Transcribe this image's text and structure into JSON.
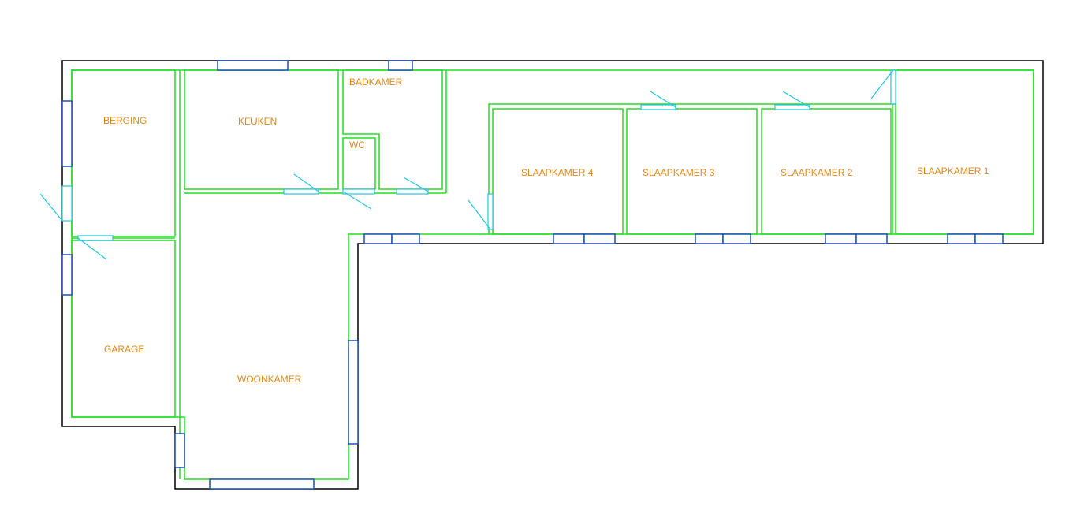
{
  "colors": {
    "outer_wall": "#000000",
    "inner_wall": "#22dd22",
    "window": "#1f4fb8",
    "door": "#22c6e0",
    "label": "#e08a1a",
    "background": "#ffffff"
  },
  "rooms": {
    "berging": "BERGING",
    "keuken": "KEUKEN",
    "badkamer": "BADKAMER",
    "wc": "WC",
    "garage": "GARAGE",
    "woonkamer": "WOONKAMER",
    "slaapkamer_4": "SLAAPKAMER  4",
    "slaapkamer_3": "SLAAPKAMER  3",
    "slaapkamer_2": "SLAAPKAMER  2",
    "slaapkamer_1": "SLAAPKAMER  1"
  }
}
